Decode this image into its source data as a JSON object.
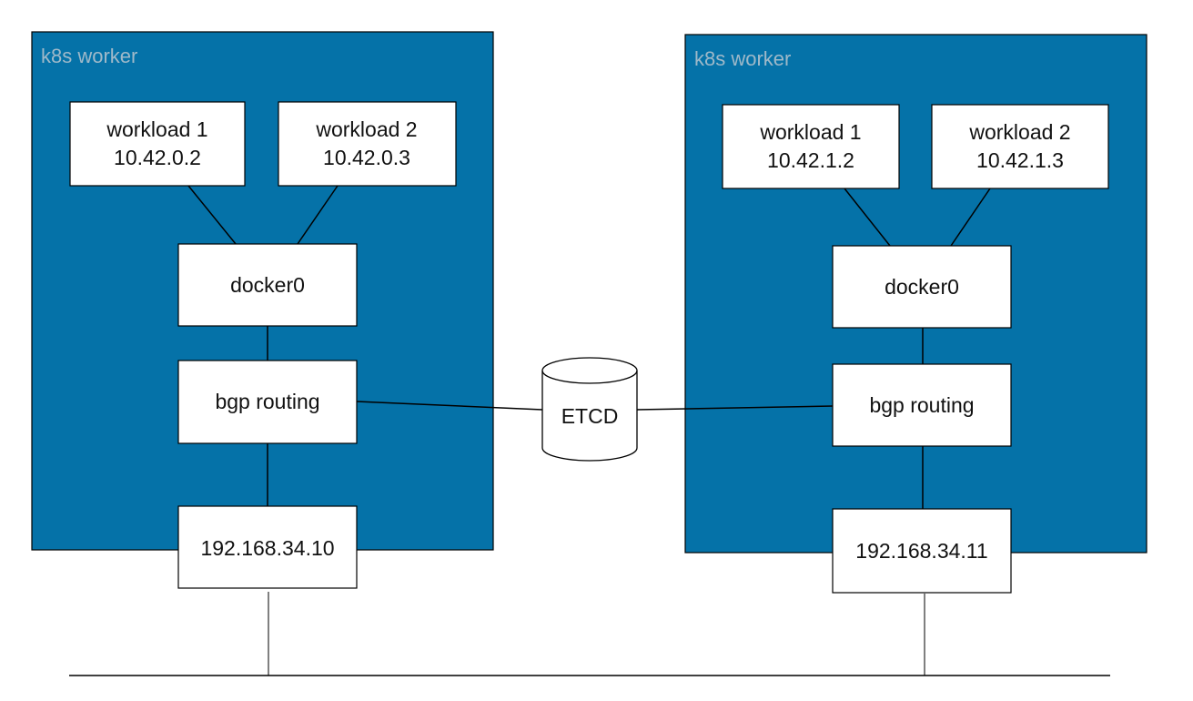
{
  "workers": [
    {
      "label": "k8s worker",
      "workload1": {
        "name": "workload 1",
        "ip": "10.42.0.2"
      },
      "workload2": {
        "name": "workload 2",
        "ip": "10.42.0.3"
      },
      "bridge": "docker0",
      "router": "bgp routing",
      "host_ip": "192.168.34.10"
    },
    {
      "label": "k8s worker",
      "workload1": {
        "name": "workload 1",
        "ip": "10.42.1.2"
      },
      "workload2": {
        "name": "workload 2",
        "ip": "10.42.1.3"
      },
      "bridge": "docker0",
      "router": "bgp routing",
      "host_ip": "192.168.34.11"
    }
  ],
  "etcd": {
    "label": "ETCD"
  },
  "colors": {
    "worker_fill": "#0572a8",
    "worker_label": "#9fb9c9",
    "node_fill": "#ffffff",
    "line": "#000000"
  }
}
